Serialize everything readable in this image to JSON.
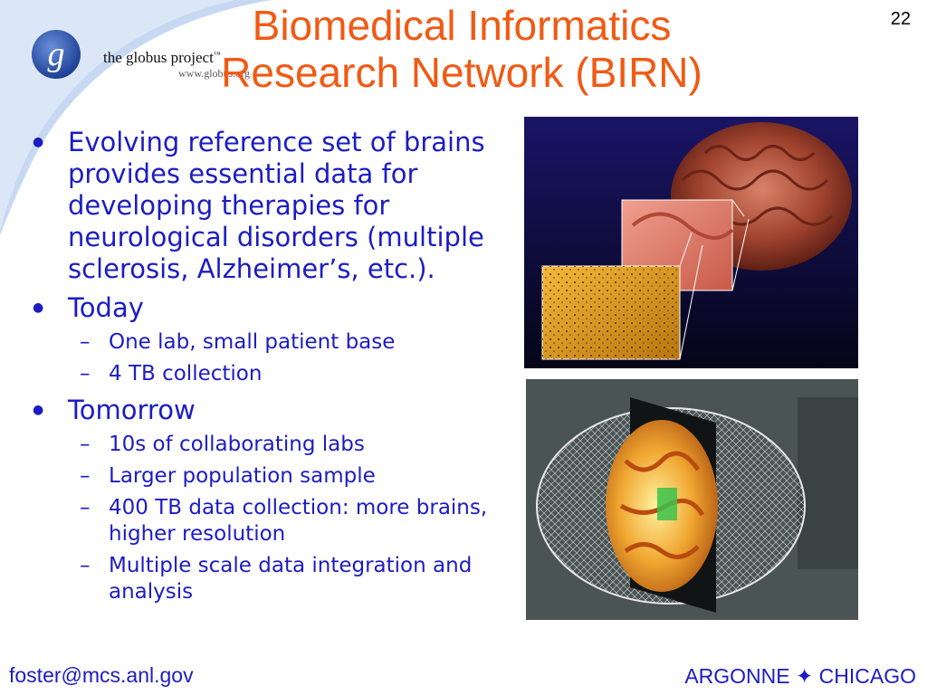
{
  "colors": {
    "title": "#f05a14",
    "body_text": "#1c1cc4",
    "swoosh": "#c7d9f2"
  },
  "logo": {
    "name": "the globus project",
    "tm": "™",
    "url": "www.globus.org",
    "letter": "g"
  },
  "slide_number": "22",
  "title": {
    "line1": "Biomedical Informatics",
    "line2": "Research Network (BIRN)"
  },
  "bullets": [
    {
      "text": "Evolving reference set of brains provides essential data for developing therapies for neurological disorders (multiple sclerosis, Alzheimer’s, etc.)."
    },
    {
      "text": "Today",
      "sub": [
        "One lab, small patient base",
        "4 TB collection"
      ]
    },
    {
      "text": "Tomorrow",
      "sub": [
        "10s of collaborating labs",
        "Larger population sample",
        "400 TB data collection: more brains, higher resolution",
        "Multiple scale data integration and analysis"
      ]
    }
  ],
  "images": {
    "top_icon": "brain-tissue-zoom-image",
    "bottom_icon": "brain-wireframe-mri-image"
  },
  "footer": {
    "email": "foster@mcs.anl.gov",
    "org": "ARGONNE ✦ CHICAGO"
  }
}
